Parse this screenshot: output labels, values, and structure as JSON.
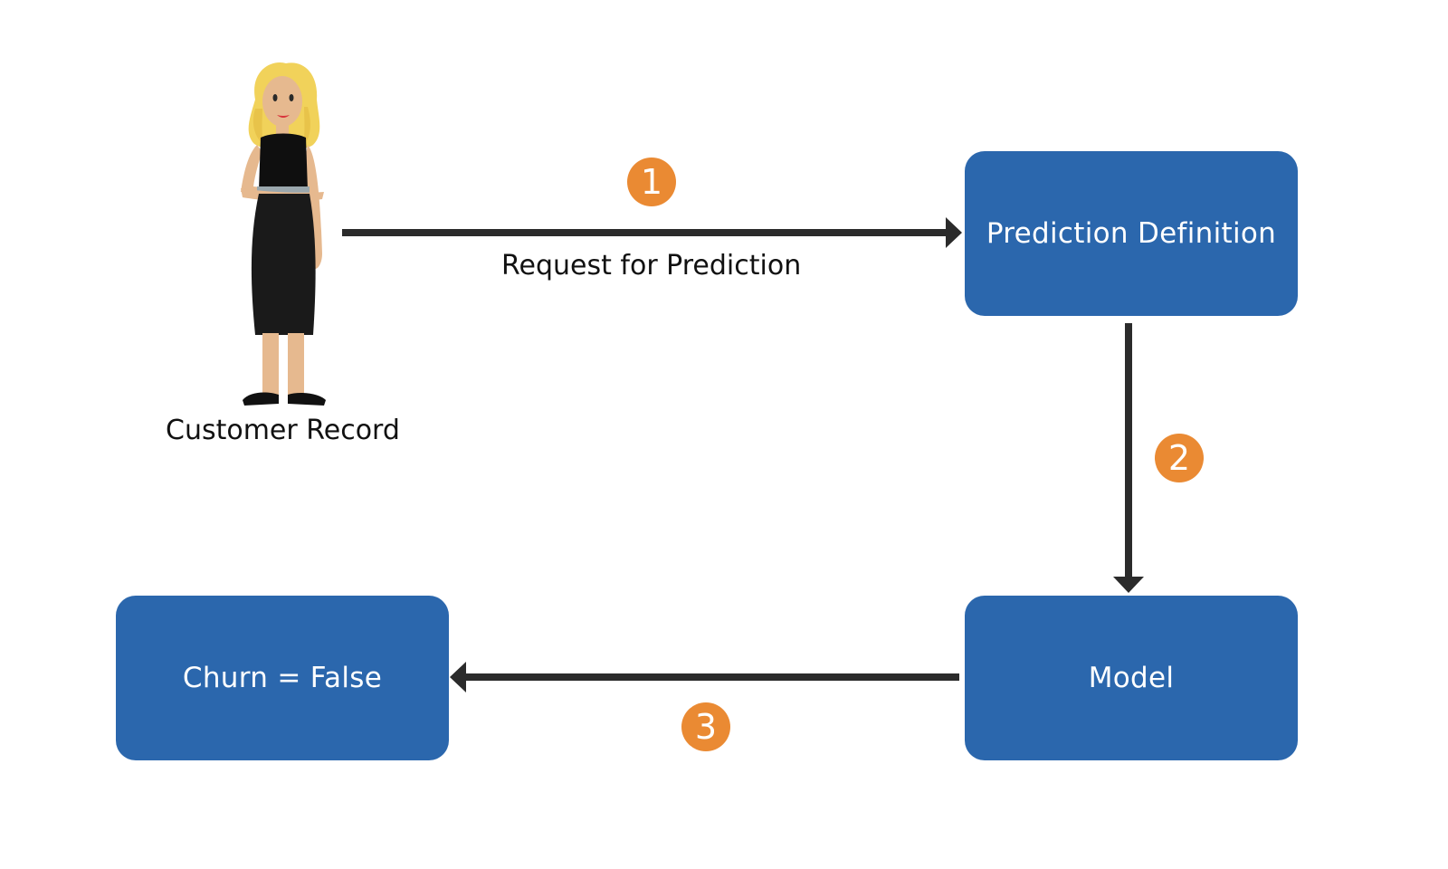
{
  "nodes": {
    "customer": {
      "label": "Customer Record"
    },
    "prediction_definition": {
      "label": "Prediction Definition"
    },
    "model": {
      "label": "Model"
    },
    "result": {
      "label": "Churn = False"
    }
  },
  "edges": [
    {
      "step": "1",
      "label": "Request for Prediction"
    },
    {
      "step": "2"
    },
    {
      "step": "3"
    }
  ],
  "colors": {
    "box": "#2b67ad",
    "badge": "#ea8a33",
    "arrow": "#2b2b2b"
  }
}
